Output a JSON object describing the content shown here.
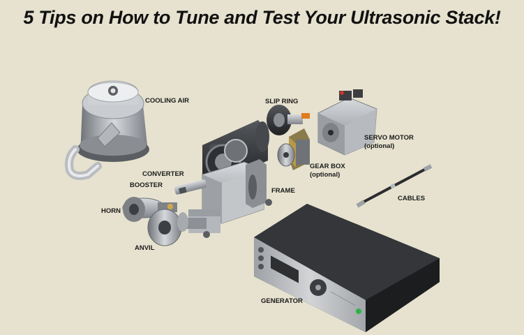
{
  "title": "5 Tips on How to Tune and Test Your Ultrasonic Stack!",
  "labels": {
    "cooling_air": "COOLING AIR",
    "slip_ring": "SLIP RING",
    "servo_motor": "SERVO MOTOR",
    "servo_motor_note": "(optional)",
    "converter": "CONVERTER",
    "booster": "BOOSTER",
    "gear_box": "GEAR BOX",
    "gear_box_note": "(optional)",
    "frame": "FRAME",
    "horn": "HORN",
    "anvil": "ANVIL",
    "cables": "CABLES",
    "generator": "GENERATOR"
  },
  "colors": {
    "background": "#e6e2cf",
    "metal": "#a9adb2",
    "dark_metal": "#3b3d40",
    "generator_body": "#2a2b2d",
    "generator_panel": "#b9bcbf",
    "power_led": "#2db34a",
    "slip_ring_accent": "#e07b1f"
  }
}
